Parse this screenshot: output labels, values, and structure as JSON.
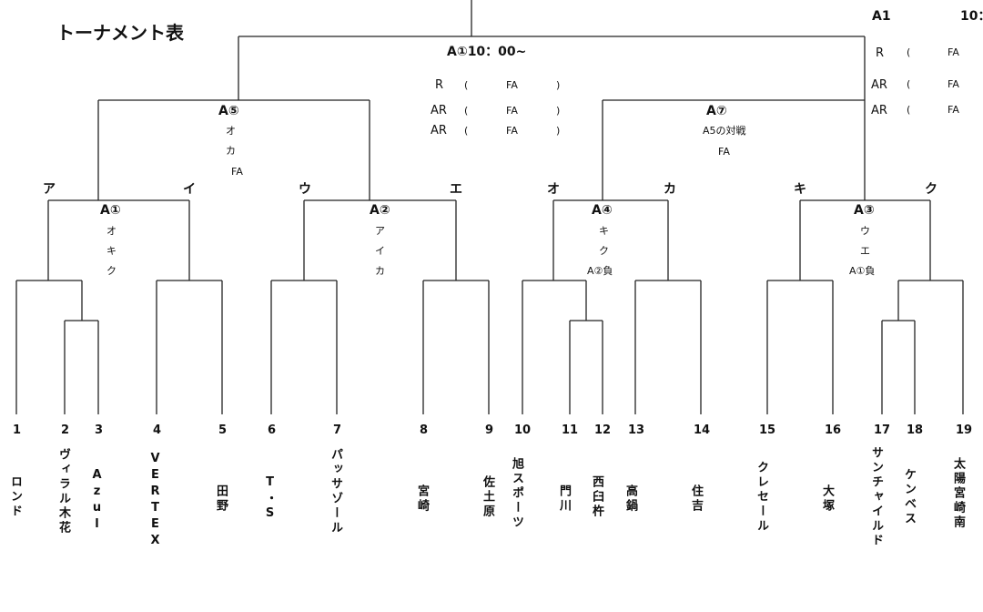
{
  "title": "トーナメント表",
  "header_right": {
    "label": "A1",
    "time": "10："
  },
  "officials_right": [
    {
      "role": "R",
      "paren": "(",
      "name": "FA"
    },
    {
      "role": "AR",
      "paren": "(",
      "name": "FA"
    },
    {
      "role": "AR",
      "paren": "(",
      "name": "FA"
    }
  ],
  "final": {
    "label": "A①10：00~",
    "officials": [
      {
        "role": "R",
        "open": "(",
        "name": "FA",
        "close": ")"
      },
      {
        "role": "AR",
        "open": "(",
        "name": "FA",
        "close": ")"
      },
      {
        "role": "AR",
        "open": "(",
        "name": "FA",
        "close": ")"
      }
    ]
  },
  "semis": [
    {
      "label": "A⑤",
      "lines": [
        "オ",
        "カ",
        "FA"
      ]
    },
    {
      "label": "A⑦",
      "lines": [
        "A5の対戦",
        "FA"
      ]
    }
  ],
  "quarters": [
    {
      "label": "A①",
      "lines": [
        "オ",
        "キ",
        "ク"
      ]
    },
    {
      "label": "A②",
      "lines": [
        "ア",
        "イ",
        "カ"
      ]
    },
    {
      "label": "A④",
      "lines": [
        "キ",
        "ク",
        "A②負"
      ]
    },
    {
      "label": "A③",
      "lines": [
        "ウ",
        "エ",
        "A①負"
      ]
    }
  ],
  "groups": [
    "ア",
    "イ",
    "ウ",
    "エ",
    "オ",
    "カ",
    "キ",
    "ク"
  ],
  "teams": [
    {
      "num": "1",
      "name": "ロンド"
    },
    {
      "num": "2",
      "name": "ヴィラル木花"
    },
    {
      "num": "3",
      "name": "Azul"
    },
    {
      "num": "4",
      "name": "VERTEX"
    },
    {
      "num": "5",
      "name": "田野"
    },
    {
      "num": "6",
      "name": "T・S"
    },
    {
      "num": "7",
      "name": "パッサゾール"
    },
    {
      "num": "8",
      "name": "宮崎"
    },
    {
      "num": "9",
      "name": "佐土原"
    },
    {
      "num": "10",
      "name": "旭スポーツ"
    },
    {
      "num": "11",
      "name": "門川"
    },
    {
      "num": "12",
      "name": "西臼杵"
    },
    {
      "num": "13",
      "name": "高鍋"
    },
    {
      "num": "14",
      "name": "住吉"
    },
    {
      "num": "15",
      "name": "クレセール"
    },
    {
      "num": "16",
      "name": "大塚"
    },
    {
      "num": "17",
      "name": "サンチャイルド"
    },
    {
      "num": "18",
      "name": "ケンベス"
    },
    {
      "num": "19",
      "name": "太陽宮崎南"
    }
  ]
}
